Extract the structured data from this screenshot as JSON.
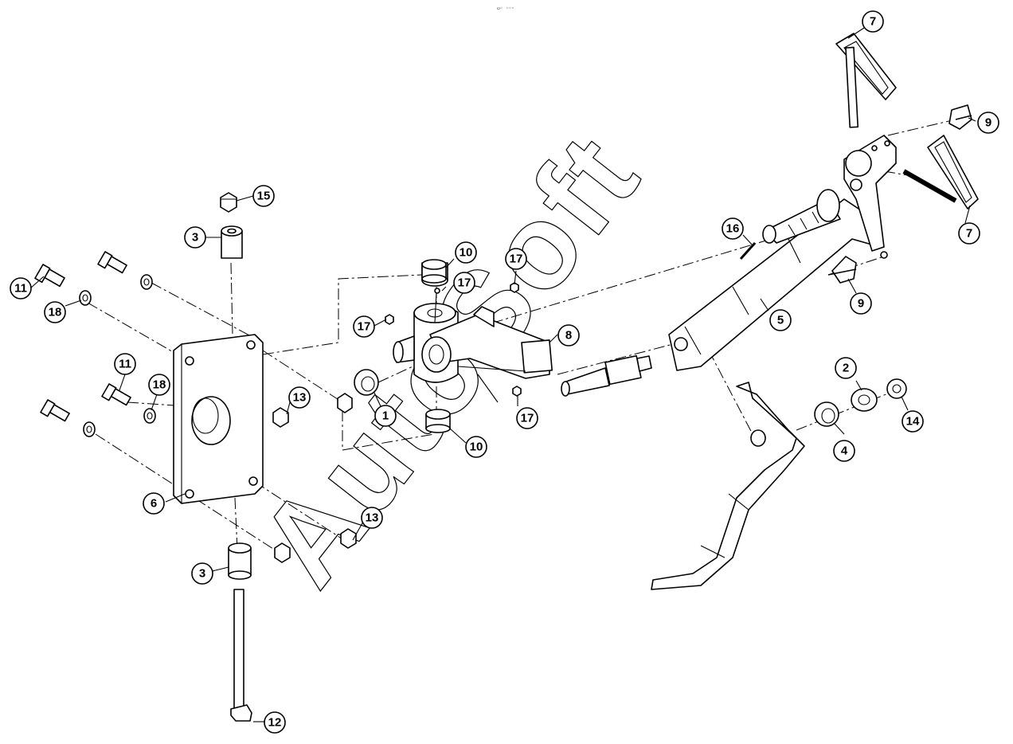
{
  "header_mark": "▭◦ ◦◦◦",
  "watermark": "AutoSoft",
  "callouts": [
    {
      "id": "c1",
      "label": "1"
    },
    {
      "id": "c2",
      "label": "2"
    },
    {
      "id": "c3a",
      "label": "3"
    },
    {
      "id": "c3b",
      "label": "3"
    },
    {
      "id": "c4",
      "label": "4"
    },
    {
      "id": "c5",
      "label": "5"
    },
    {
      "id": "c6",
      "label": "6"
    },
    {
      "id": "c7a",
      "label": "7"
    },
    {
      "id": "c7b",
      "label": "7"
    },
    {
      "id": "c8",
      "label": "8"
    },
    {
      "id": "c9a",
      "label": "9"
    },
    {
      "id": "c9b",
      "label": "9"
    },
    {
      "id": "c10a",
      "label": "10"
    },
    {
      "id": "c10b",
      "label": "10"
    },
    {
      "id": "c11a",
      "label": "11"
    },
    {
      "id": "c11b",
      "label": "11"
    },
    {
      "id": "c12",
      "label": "12"
    },
    {
      "id": "c13a",
      "label": "13"
    },
    {
      "id": "c13b",
      "label": "13"
    },
    {
      "id": "c14",
      "label": "14"
    },
    {
      "id": "c15",
      "label": "15"
    },
    {
      "id": "c16",
      "label": "16"
    },
    {
      "id": "c17a",
      "label": "17"
    },
    {
      "id": "c17b",
      "label": "17"
    },
    {
      "id": "c17c",
      "label": "17"
    },
    {
      "id": "c17d",
      "label": "17"
    },
    {
      "id": "c18a",
      "label": "18"
    },
    {
      "id": "c18b",
      "label": "18"
    }
  ]
}
